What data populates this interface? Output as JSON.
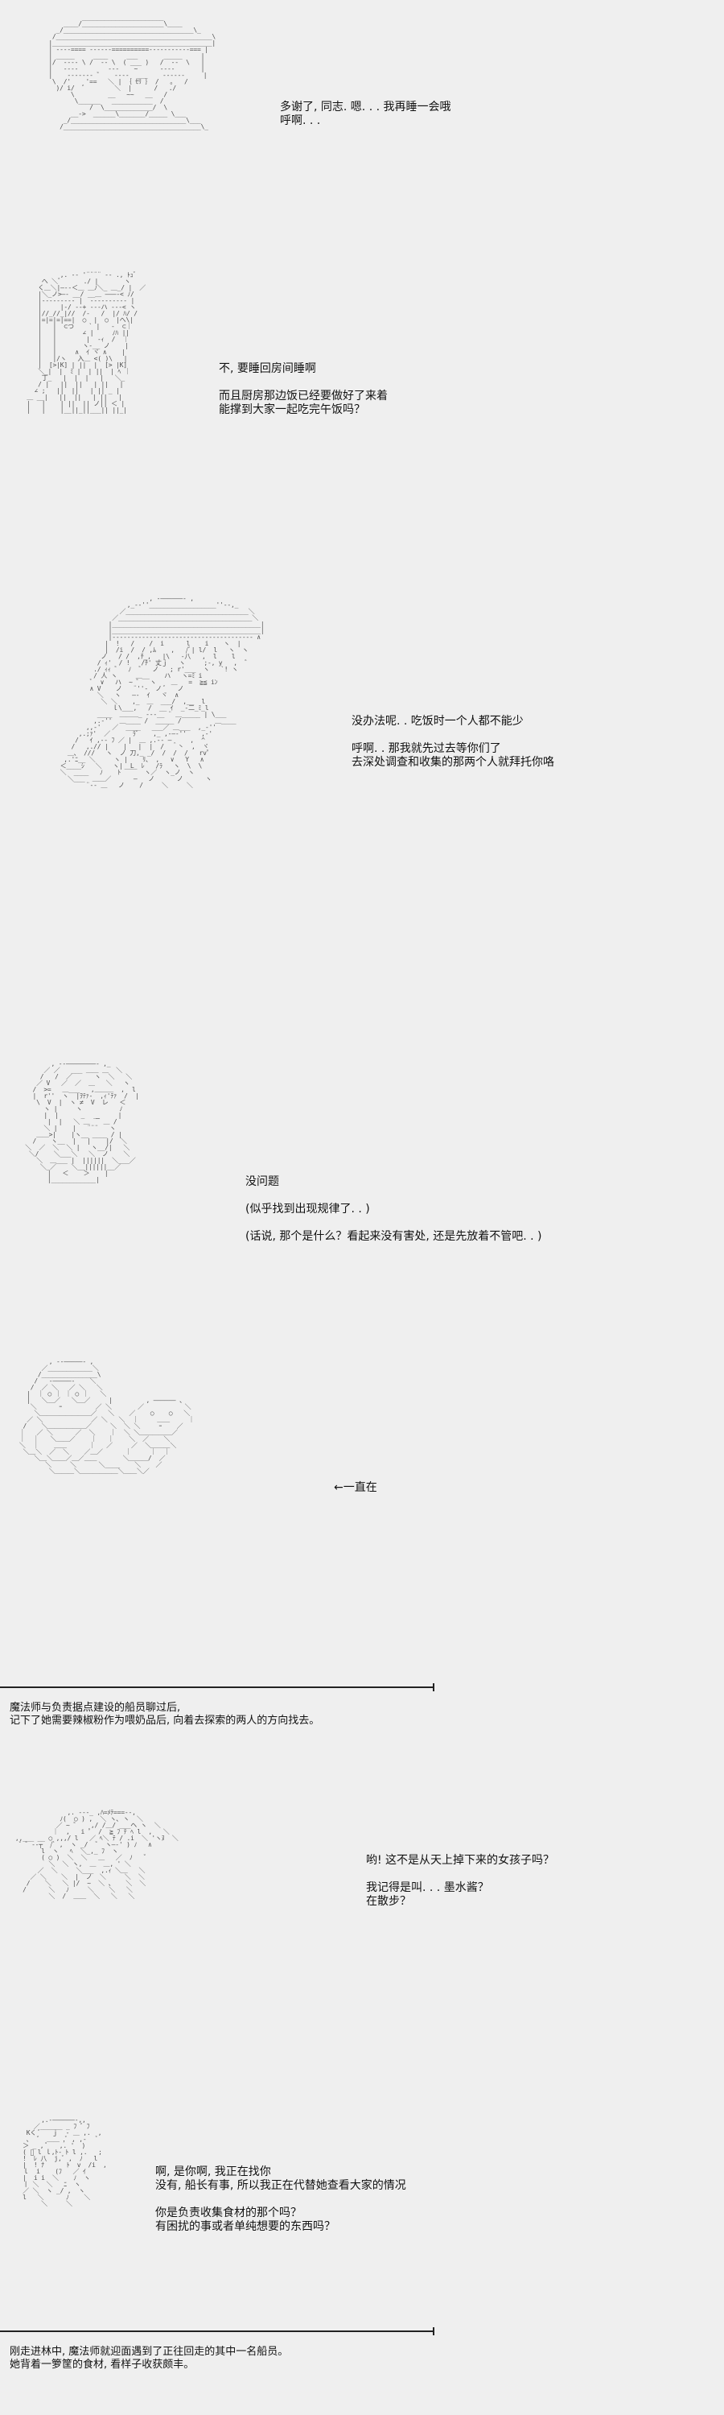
{
  "panels": [
    {
      "speech": "多谢了, 同志. 嗯. . . 我再睡一会哦\n呼啊. . ."
    },
    {
      "speech": "不, 要睡回房间睡啊\n\n而且厨房那边饭已经要做好了来着\n能撑到大家一起吃完午饭吗？"
    },
    {
      "speech": "没办法呢. . 吃饭时一个人都不能少\n\n呼啊. . 那我就先过去等你们了\n去深处调查和收集的那两个人就拜托你咯"
    },
    {
      "speech": "没问题\n\n(似乎找到出现规律了. . )\n\n(话说, 那个是什么？看起来没有害处, 还是先放着不管吧. . )"
    },
    {
      "label": "←一直在"
    },
    {
      "speech": "哟! 这不是从天上掉下来的女孩子吗？\n\n我记得是叫. . . 墨水酱？\n在散步？"
    },
    {
      "speech": "啊, 是你啊, 我正在找你\n没有, 船长有事, 所以我正在代替她查看大家的情况\n\n你是负责收集食材的那个吗？\n有困扰的事或者单纯想要的东西吗？"
    }
  ],
  "captions": [
    "魔法师与负责据点建设的船员聊过后,\n记下了她需要辣椒粉作为喂奶品后, 向着去探索的两人的方向找去。",
    "刚走进林中, 魔法师就迎面遇到了正往回走的其中一名船员。\n她背着一箩筐的食材, 看样子收获颇丰。"
  ]
}
